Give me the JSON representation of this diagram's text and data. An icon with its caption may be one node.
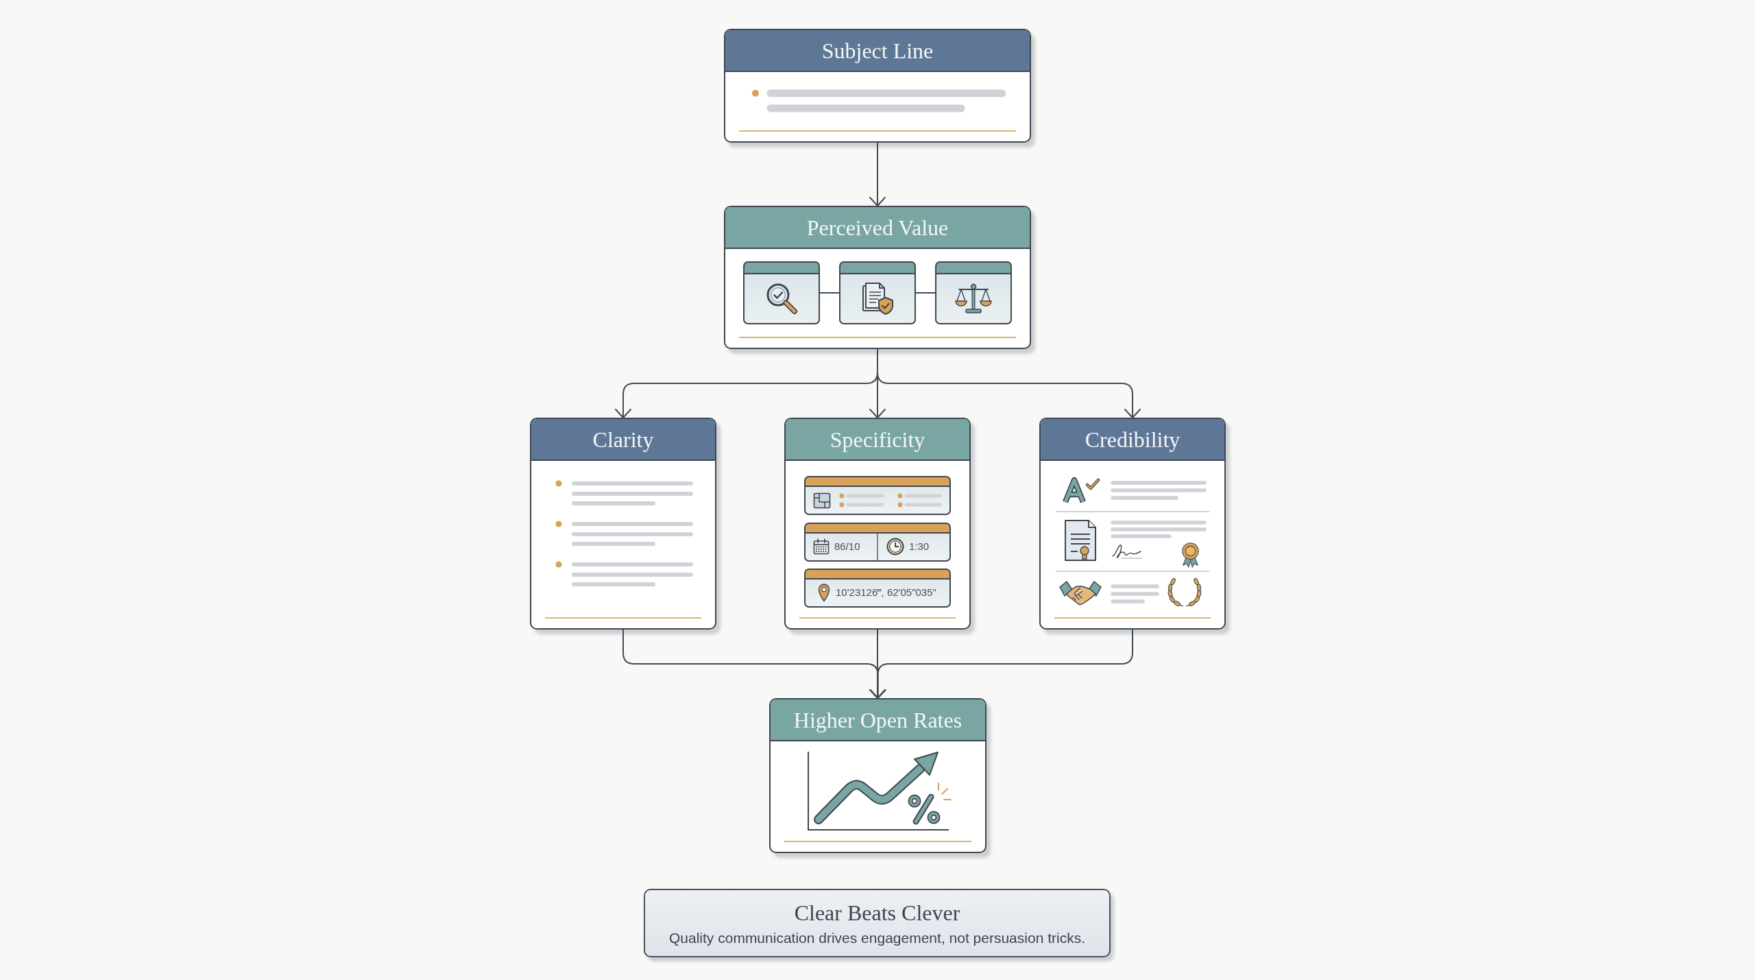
{
  "diagram": {
    "nodes": [
      {
        "text": [
          "Subject Line"
        ]
      },
      {
        "text": [
          "Perceived Value"
        ]
      },
      {
        "text": [],
        "shape": "picture",
        "in": 1
      },
      {
        "text": [],
        "shape": "picture",
        "in": 1
      },
      {
        "text": [],
        "shape": "picture",
        "in": 1
      },
      {
        "text": [
          "Clarity"
        ]
      },
      {
        "text": [
          "Specificity"
        ]
      },
      {
        "text": [],
        "shape": "box",
        "in": 6
      },
      {
        "text": [
          "86/10",
          "1:30"
        ],
        "in": 6
      },
      {
        "text": [
          "10'23126‴, 62'05\"035\""
        ],
        "in": 6
      },
      {
        "text": [
          "Credibility"
        ]
      },
      {
        "text": [
          "Higher Open Rates"
        ]
      },
      {
        "text": [
          "Clear Beats Clever",
          "Quality communication drives engagement, not persuasion tricks."
        ]
      }
    ],
    "edges": [
      {
        "from": 0,
        "to": 1,
        "arrow": "to"
      },
      {
        "from": 2,
        "to": 3,
        "arrow": "none"
      },
      {
        "from": 3,
        "to": 4,
        "arrow": "none"
      },
      {
        "from": 1,
        "to": 5,
        "arrow": "to"
      },
      {
        "from": 1,
        "to": 6,
        "arrow": "to"
      },
      {
        "from": 1,
        "to": 10,
        "arrow": "to"
      },
      {
        "from": 5,
        "to": 11,
        "arrow": "to"
      },
      {
        "from": 6,
        "to": 11,
        "arrow": "to"
      },
      {
        "from": 10,
        "to": 11,
        "arrow": "to"
      }
    ]
  }
}
